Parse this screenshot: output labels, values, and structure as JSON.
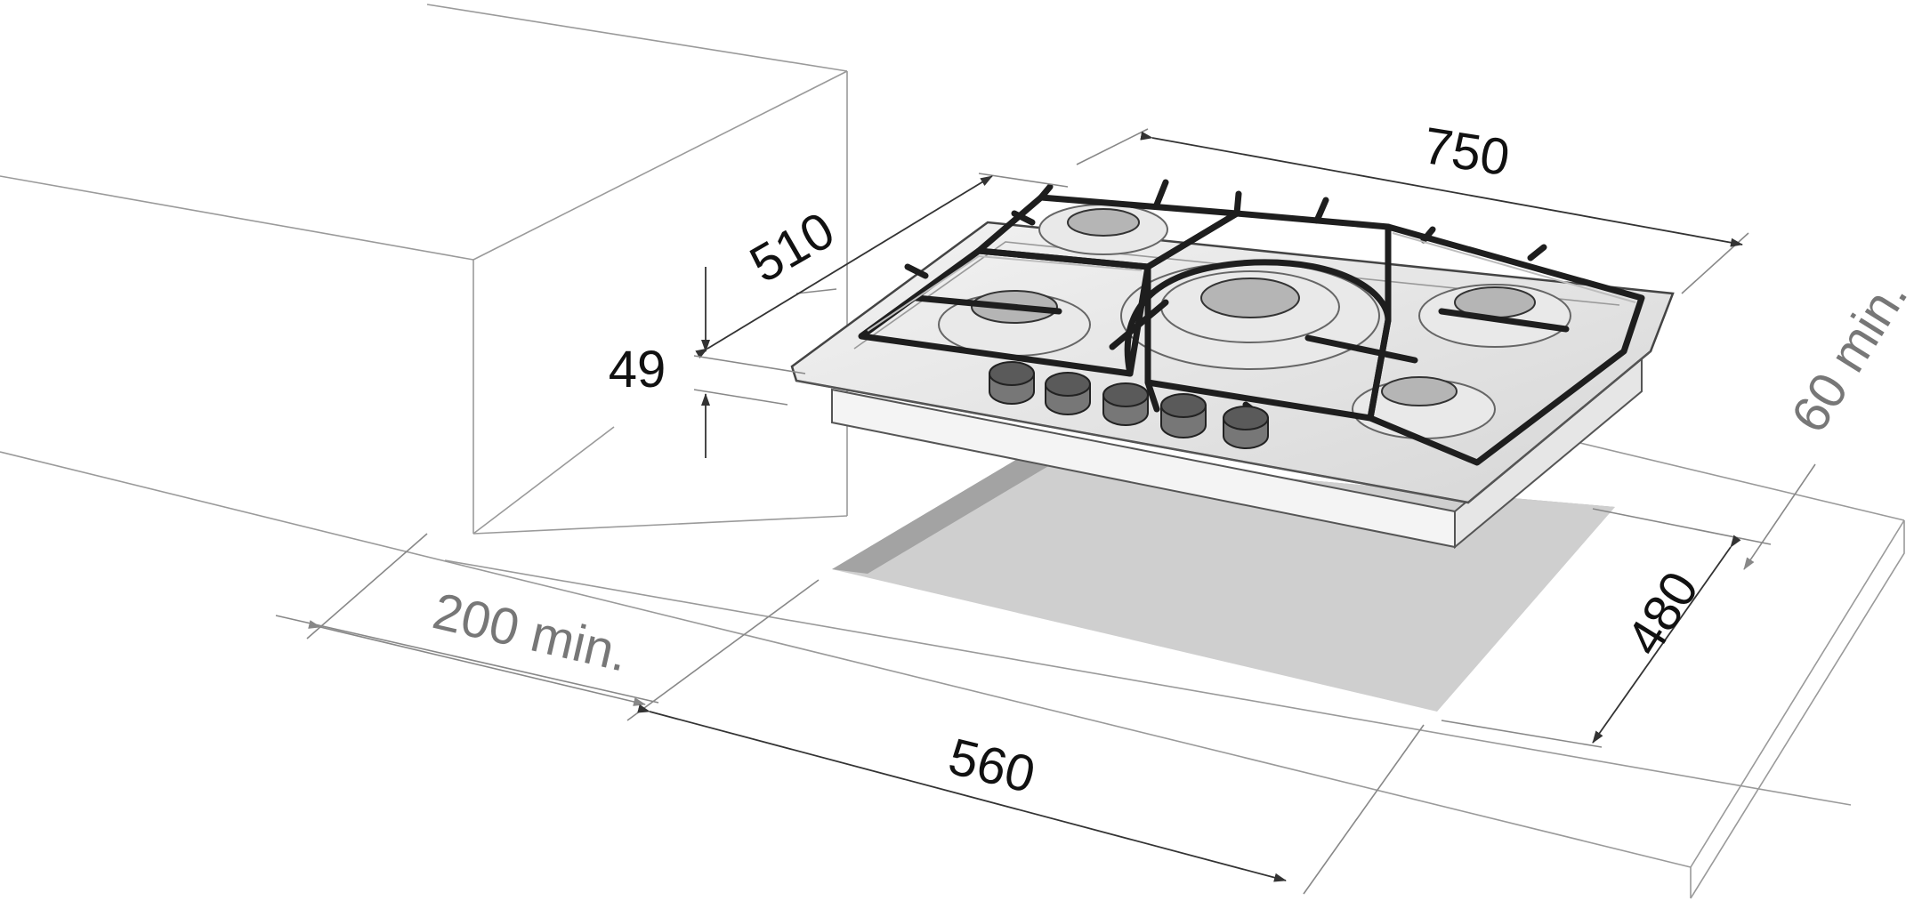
{
  "dimensions": {
    "hob_width": "750",
    "hob_depth": "510",
    "hob_height": "49",
    "cutout_width": "560",
    "cutout_depth": "480",
    "wall_clearance": "200 min.",
    "back_clearance": "60 min."
  },
  "colors": {
    "background": "#ffffff",
    "cutout_fill": "#cfcfcf",
    "cutout_shadow": "#a9a9a9",
    "hob_plate": "#e2e2e2",
    "grate": "#1e1e1e"
  },
  "icons": [
    "arrow-icon"
  ],
  "knob_count": 5,
  "burner_count": 5
}
